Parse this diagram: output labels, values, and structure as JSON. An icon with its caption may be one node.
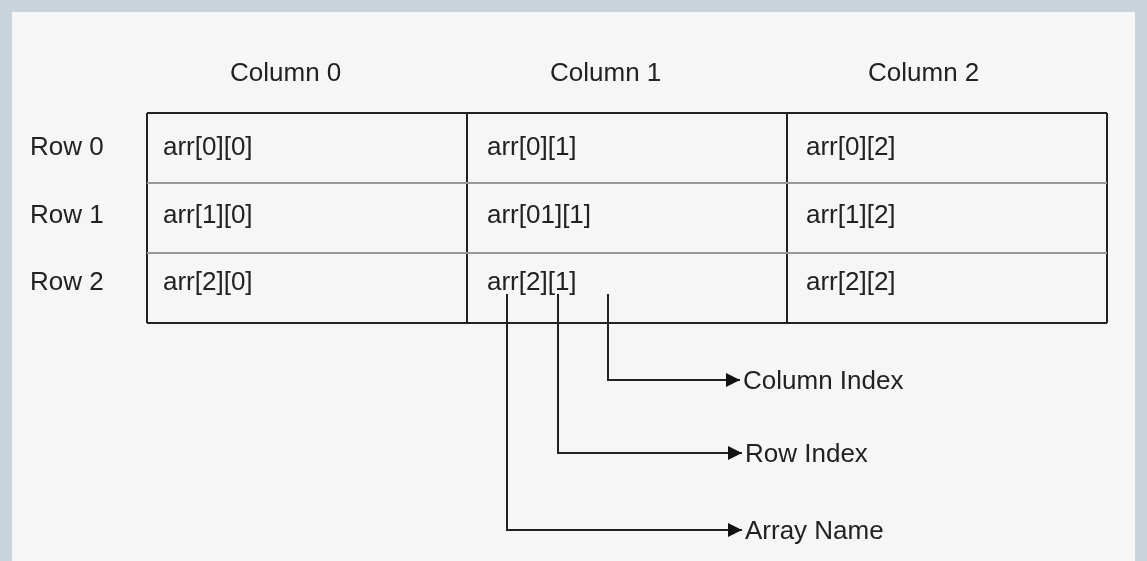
{
  "diagram": {
    "nodes": [
      {
        "text": [
          "arr[2][1]"
        ]
      },
      {
        "text": [
          "Column Index"
        ]
      },
      {
        "text": [
          "Row Index"
        ]
      },
      {
        "text": [
          "Array Name"
        ]
      }
    ],
    "edges": [
      {
        "from": 0,
        "to": 1,
        "arrow": "to"
      },
      {
        "from": 0,
        "to": 2,
        "arrow": "to"
      },
      {
        "from": 0,
        "to": 3,
        "arrow": "to"
      }
    ],
    "labels": [
      "Column 0",
      "Column 1",
      "Column 2",
      "Row 0",
      "arr[0][0]",
      "arr[0][1]",
      "arr[0][2]",
      "Row 1",
      "arr[1][0]",
      "arr[01][1]",
      "arr[1][2]",
      "Row 2",
      "arr[2][0]",
      "arr[2][2]"
    ]
  }
}
